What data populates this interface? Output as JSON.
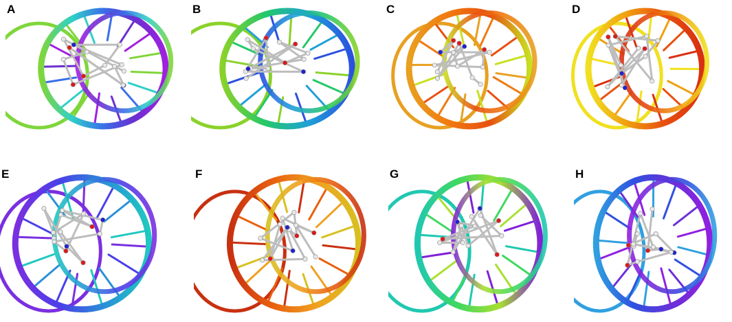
{
  "figure": {
    "panels": [
      {
        "label": "A",
        "style": "rainbow-cool",
        "helix_colors": [
          "#7fd63a",
          "#2fd0c8",
          "#3a6fe8",
          "#6b2fd0",
          "#a020e0"
        ]
      },
      {
        "label": "B",
        "style": "green-blue",
        "helix_colors": [
          "#8ad22a",
          "#24c86a",
          "#1fa0d8",
          "#2a50e0"
        ]
      },
      {
        "label": "C",
        "style": "orange-yellow",
        "helix_colors": [
          "#e8a020",
          "#f07a10",
          "#e85010",
          "#c8e020"
        ]
      },
      {
        "label": "D",
        "style": "warm",
        "helix_colors": [
          "#f0e020",
          "#f0a010",
          "#e85010",
          "#d83010"
        ]
      },
      {
        "label": "E",
        "style": "violet-blue",
        "helix_colors": [
          "#7a2fe0",
          "#4a40e8",
          "#2a90d8",
          "#1fc8c0"
        ]
      },
      {
        "label": "F",
        "style": "red-orange",
        "helix_colors": [
          "#c83010",
          "#e86010",
          "#f0a020",
          "#d8c020"
        ]
      },
      {
        "label": "G",
        "style": "green-cyan",
        "helix_colors": [
          "#20c8b0",
          "#40d860",
          "#a8e030",
          "#8020d8"
        ]
      },
      {
        "label": "H",
        "style": "blue-violet",
        "helix_colors": [
          "#30a0e0",
          "#3050e0",
          "#6a30d8",
          "#9020e0"
        ]
      }
    ],
    "ligand_colors": {
      "carbon": "#e8e8e8",
      "oxygen": "#e01818",
      "nitrogen": "#2020d0",
      "bond": "#bdbdbd"
    }
  }
}
